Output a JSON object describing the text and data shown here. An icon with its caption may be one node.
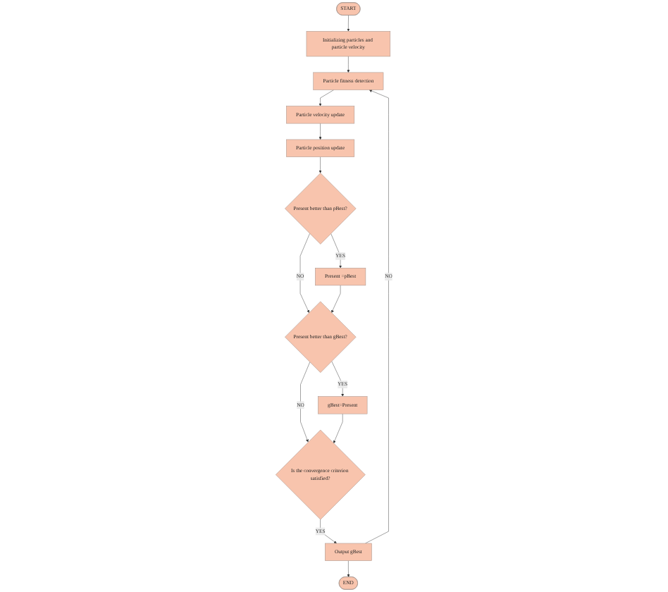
{
  "diagram": {
    "nodes": [
      {
        "text": [
          "START"
        ]
      },
      {
        "text": [
          "Initializing particles and particle velocity"
        ]
      },
      {
        "text": [
          "Particle fitness detection"
        ]
      },
      {
        "text": [
          "Particle velocity update"
        ]
      },
      {
        "text": [
          "Particle position update"
        ]
      },
      {
        "text": [
          "Present better than pBest?"
        ]
      },
      {
        "text": [
          "END"
        ]
      },
      {
        "text": [
          "Output gBest"
        ]
      },
      {
        "text": [
          "Is the convergence criterion satisfied?"
        ]
      },
      {
        "text": [
          "gBest=Present"
        ]
      },
      {
        "text": [
          "Present better than gBest?"
        ]
      },
      {
        "text": [
          "Present =pBest"
        ]
      }
    ],
    "edges": [
      {
        "from": 0,
        "to": 1,
        "arrow": "to"
      },
      {
        "from": 1,
        "to": 2,
        "arrow": "to"
      },
      {
        "from": 2,
        "to": 3,
        "arrow": "to"
      },
      {
        "from": 3,
        "to": 4,
        "arrow": "to"
      },
      {
        "from": 4,
        "to": 5,
        "arrow": "to"
      },
      {
        "from": 5,
        "to": 11,
        "arrow": "to",
        "label": "YES"
      },
      {
        "from": 5,
        "to": 10,
        "arrow": "to",
        "label": "NO"
      },
      {
        "from": 11,
        "to": 10,
        "arrow": "to"
      },
      {
        "from": 10,
        "to": 9,
        "arrow": "to",
        "label": "YES"
      },
      {
        "from": 10,
        "to": 8,
        "arrow": "to",
        "label": "NO"
      },
      {
        "from": 9,
        "to": 8,
        "arrow": "to"
      },
      {
        "from": 8,
        "to": 7,
        "arrow": "to",
        "label": "YES"
      },
      {
        "from": 7,
        "to": 2,
        "arrow": "to",
        "label": "NO"
      },
      {
        "from": 7,
        "to": 6,
        "arrow": "to"
      }
    ]
  }
}
